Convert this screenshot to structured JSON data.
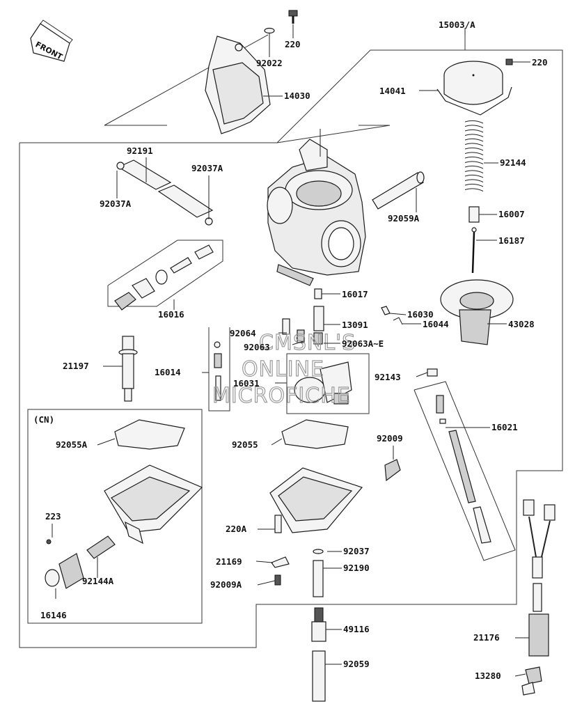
{
  "front_arrow_label": "FRONT",
  "cn_label": "(CN)",
  "watermark": [
    "CMSNL'S",
    "ONLINE",
    "MICROFICHE"
  ],
  "parts": [
    "220",
    "92022",
    "14030",
    "15003/A",
    "220",
    "14041",
    "92144",
    "16007",
    "16187",
    "92191",
    "92037A",
    "92037A",
    "92059A",
    "16016",
    "16017",
    "16030",
    "16044",
    "43028",
    "92064",
    "13091",
    "92063",
    "92063A~E",
    "21197",
    "16014",
    "16031",
    "92143",
    "16021",
    "92055A",
    "92055",
    "92009",
    "223",
    "92144A",
    "16146",
    "220A",
    "92037",
    "21169",
    "92190",
    "92009A",
    "49116",
    "21176",
    "92059",
    "13280"
  ]
}
